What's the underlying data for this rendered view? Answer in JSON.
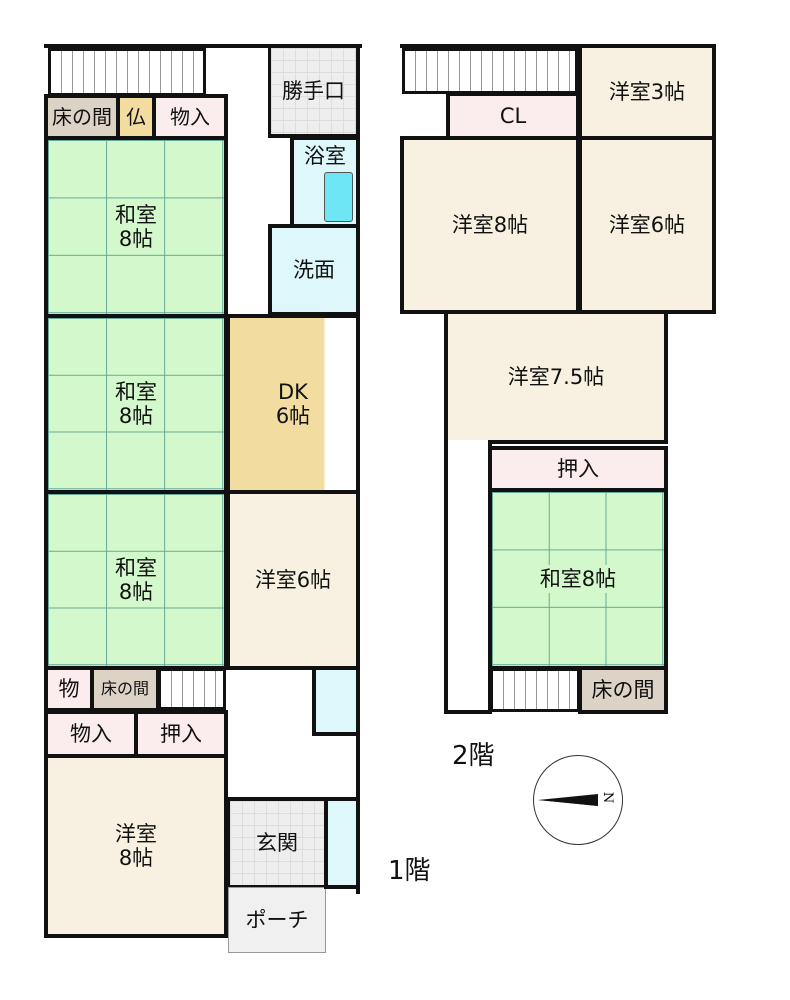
{
  "floor1": {
    "label": "1階",
    "rooms": {
      "tokonoma_top": "床の間",
      "butsudan": "仏",
      "storage_top": "物入",
      "washitsu1": "和室\n8帖",
      "washitsu2": "和室\n8帖",
      "washitsu3": "和室\n8帖",
      "back_door": "勝手口",
      "bath": "浴室",
      "washroom": "洗面",
      "dk": "DK\n6帖",
      "youshitsu6": "洋室6帖",
      "storage_small": "物",
      "tokonoma_bottom": "床の間",
      "storage_bottom": "物入",
      "closet_bottom": "押入",
      "youshitsu8": "洋室\n8帖",
      "entrance": "玄関",
      "porch": "ポーチ"
    }
  },
  "floor2": {
    "label": "2階",
    "rooms": {
      "closet_cl": "CL",
      "youshitsu3": "洋室3帖",
      "youshitsu8": "洋室8帖",
      "youshitsu6": "洋室6帖",
      "youshitsu75": "洋室7.5帖",
      "closet": "押入",
      "washitsu8": "和室8帖",
      "tokonoma": "床の間"
    }
  },
  "compass": {
    "north": "N"
  }
}
